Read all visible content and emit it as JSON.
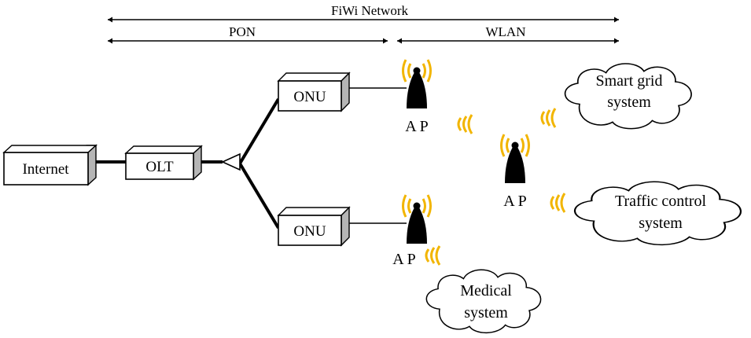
{
  "spans": {
    "fiwi": "FiWi Network",
    "pon": "PON",
    "wlan": "WLAN"
  },
  "nodes": {
    "internet": "Internet",
    "olt": "OLT",
    "onu_top": "ONU",
    "onu_bottom": "ONU",
    "ap_top": "A P",
    "ap_center": "A P",
    "ap_bottom": "A P"
  },
  "systems": {
    "smart_grid": [
      "Smart grid",
      "system"
    ],
    "traffic_control": [
      "Traffic control",
      "system"
    ],
    "medical": [
      "Medical",
      "system"
    ]
  },
  "icons": {
    "ap_tower": "wireless-access-point-icon",
    "wave": "wireless-signal-icon",
    "splitter": "optical-splitter-icon"
  },
  "colors": {
    "signal": "#f2b500",
    "line": "#000000",
    "box_side": "#b5b5b5"
  }
}
